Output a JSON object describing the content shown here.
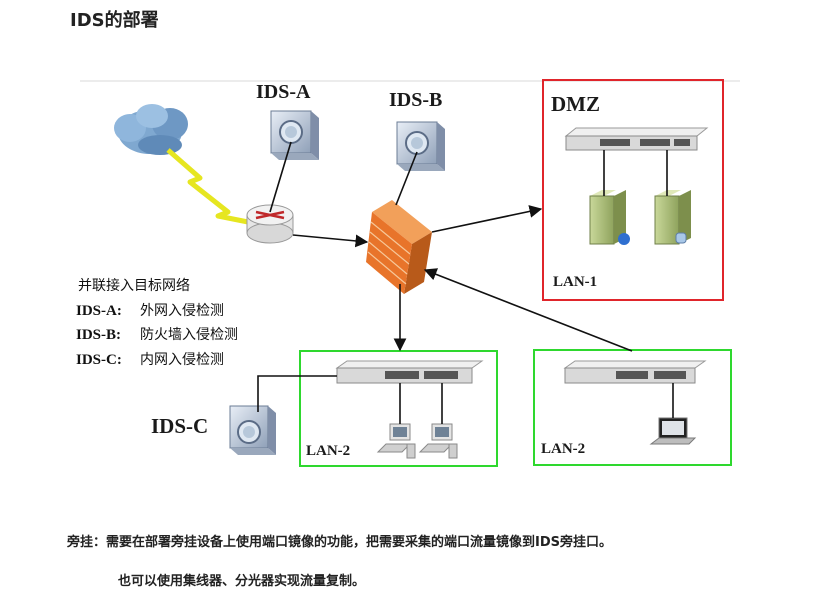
{
  "title": "IDS的部署",
  "labels": {
    "ids_a": "IDS-A",
    "ids_b": "IDS-B",
    "ids_c": "IDS-C",
    "dmz": "DMZ",
    "lan1": "LAN-1",
    "lan2_left": "LAN-2",
    "lan2_right": "LAN-2"
  },
  "legend": {
    "line1": "并联接入目标网络",
    "line2_key": "IDS-A:",
    "line2_val": "外网入侵检测",
    "line3_key": "IDS-B:",
    "line3_val": "防火墙入侵检测",
    "line4_key": "IDS-C:",
    "line4_val": "内网入侵检测"
  },
  "footer": {
    "line1": "旁挂：需要在部署旁挂设备上使用端口镜像的功能，把需要采集的端口流量镜像到IDS旁挂口。",
    "line2": "也可以使用集线器、分光器实现流量复制。"
  },
  "colors": {
    "dmz_border": "#e0252b",
    "lan_border": "#2ed82e",
    "firewall": "#e8742a",
    "cloud": "#7fa8d0",
    "lightning": "#e6e620"
  }
}
